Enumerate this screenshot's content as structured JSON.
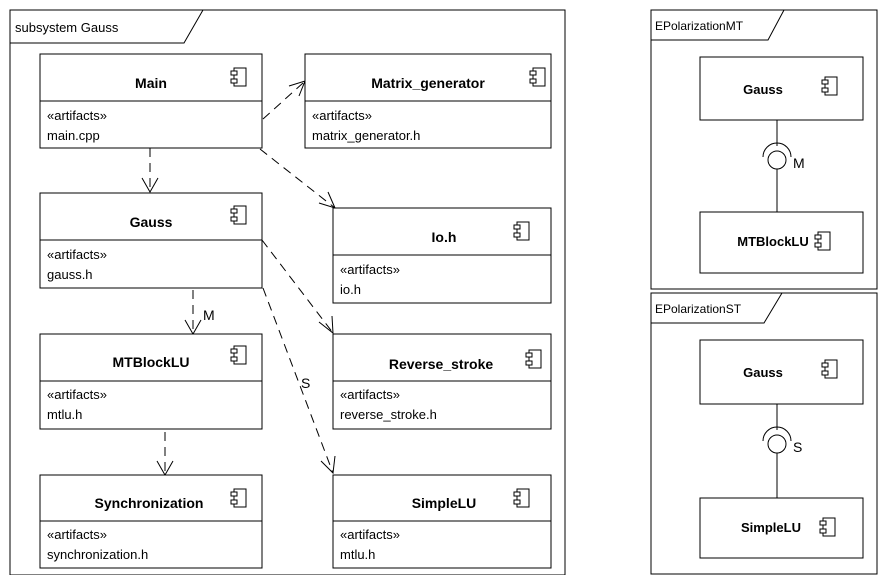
{
  "frames": {
    "gauss": {
      "label": "subsystem Gauss"
    },
    "mt": {
      "label": "EPolarizationMT"
    },
    "st": {
      "label": "EPolarizationST"
    }
  },
  "components": {
    "main": {
      "title": "Main",
      "stereotype": "«artifacts»",
      "file": "main.cpp"
    },
    "matrix_generator": {
      "title": "Matrix_generator",
      "stereotype": "«artifacts»",
      "file": "matrix_generator.h"
    },
    "gauss": {
      "title": "Gauss",
      "stereotype": "«artifacts»",
      "file": "gauss.h"
    },
    "io": {
      "title": "Io.h",
      "stereotype": "«artifacts»",
      "file": "io.h"
    },
    "mtblocklu": {
      "title": "MTBlockLU",
      "stereotype": "«artifacts»",
      "file": "mtlu.h"
    },
    "reverse_stroke": {
      "title": "Reverse_stroke",
      "stereotype": "«artifacts»",
      "file": "reverse_stroke.h"
    },
    "synchronization": {
      "title": "Synchronization",
      "stereotype": "«artifacts»",
      "file": "synchronization.h"
    },
    "simplelu": {
      "title": "SimpleLU",
      "stereotype": "«artifacts»",
      "file": "mtlu.h"
    }
  },
  "edge_labels": {
    "gauss_mtblocklu": "M",
    "gauss_simplelu": "S"
  },
  "mt_panel": {
    "top": "Gauss",
    "bottom": "MTBlockLU",
    "interface": "M"
  },
  "st_panel": {
    "top": "Gauss",
    "bottom": "SimpleLU",
    "interface": "S"
  },
  "icon": "component-icon"
}
